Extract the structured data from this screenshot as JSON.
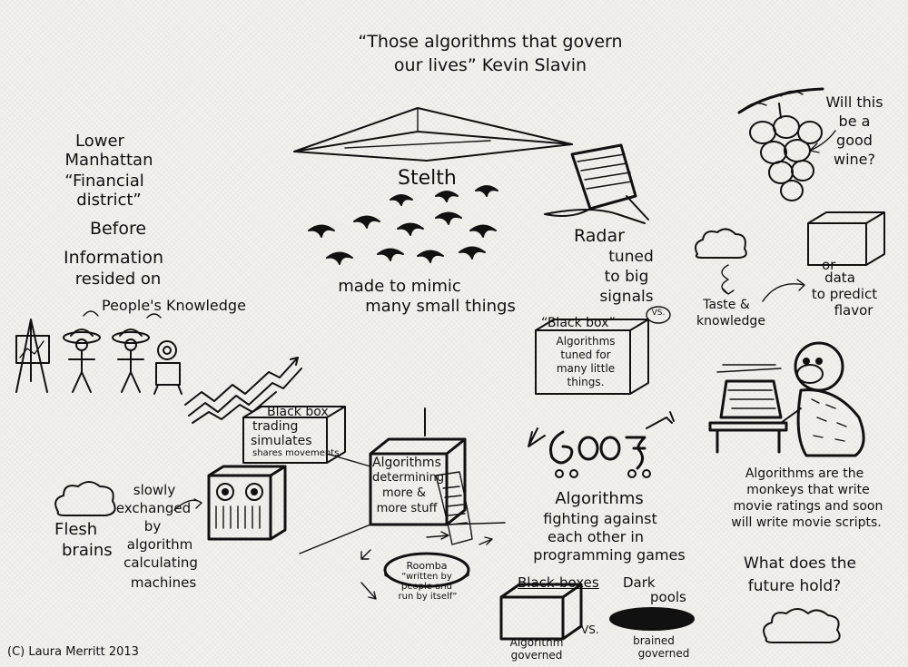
{
  "title": {
    "line1": "“Those algorithms that govern",
    "line2": "our lives”  Kevin Slavin"
  },
  "financial": {
    "line1": "Lower",
    "line2": "Manhattan",
    "line3": "“Financial",
    "line4": "district”",
    "line5": "Before",
    "line6": "Information",
    "line7": "resided on"
  },
  "peoples_knowledge": "People's Knowledge",
  "stealth": {
    "label": "Stelth",
    "caption1": "made to mimic",
    "caption2": "many small things"
  },
  "radar": {
    "label": "Radar",
    "line1": "tuned",
    "line2": "to big",
    "line3": "signals",
    "vs": "VS."
  },
  "black_box_right": {
    "label": "“Black box”",
    "line1": "Algorithms",
    "line2": "tuned for",
    "line3": "many little",
    "line4": "things."
  },
  "wine": {
    "line1": "Will this",
    "line2": "be a",
    "line3": "good",
    "line4": "wine?"
  },
  "taste": {
    "line1": "Taste &",
    "line2": "knowledge",
    "or": "or",
    "data1": "data",
    "data2": "to predict",
    "data3": "flavor"
  },
  "black_box_trading": {
    "line1": "Black box",
    "line2": "trading",
    "line3": "simulates",
    "line4": "shares movements"
  },
  "flesh": {
    "line1": "Flesh",
    "line2": "brains"
  },
  "exchange": {
    "line1": "slowly",
    "line2": "exchanged",
    "line3": "by",
    "line4": "algorithm",
    "line5": "calculating",
    "line6": "machines"
  },
  "center_box": {
    "line1": "Algorithms",
    "line2": "determining",
    "line3": "more &",
    "line4": "more stuff"
  },
  "roomba": {
    "line1": "Roomba",
    "line2": "“written by",
    "line3": "people and",
    "line4": "run by itself”"
  },
  "games": {
    "line1": "Algorithms",
    "line2": "fighting against",
    "line3": "each other in",
    "line4": "programming games"
  },
  "monkeys": {
    "line1": "Algorithms are the",
    "line2": "monkeys that write",
    "line3": "movie ratings and soon",
    "line4": "will write movie scripts."
  },
  "black_boxes": {
    "label": "Black-boxes",
    "caption1": "Algorithm",
    "caption2": "governed",
    "vs": "VS."
  },
  "dark_pools": {
    "line1": "Dark",
    "line2": "pools",
    "caption1": "brained",
    "caption2": "governed"
  },
  "future": {
    "line1": "What does the",
    "line2": "future hold?"
  },
  "copyright": "(C) Laura Merritt 2013"
}
